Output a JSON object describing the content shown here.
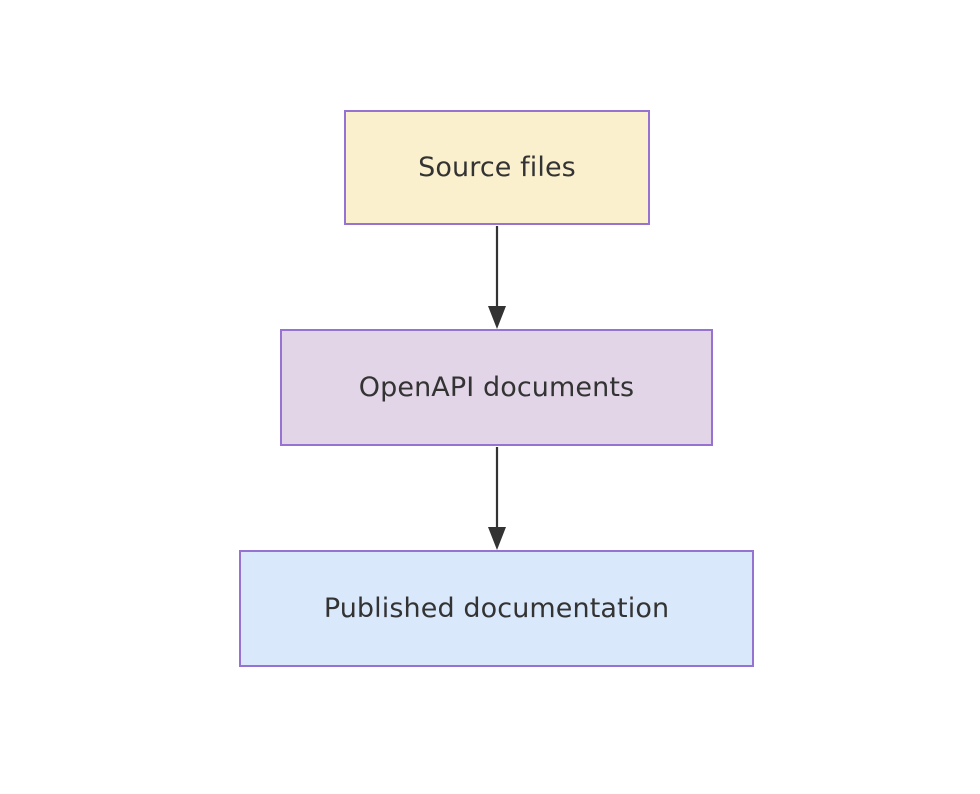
{
  "diagram": {
    "type": "flowchart",
    "orientation": "top-to-bottom",
    "background_color": "#ffffff",
    "nodes": [
      {
        "id": "source-files",
        "label": "Source files",
        "fill_color": "#fbf0ce",
        "border_color": "#9673d3",
        "text_color": "#333333"
      },
      {
        "id": "openapi-documents",
        "label": "OpenAPI documents",
        "fill_color": "#e1d5e7",
        "border_color": "#9673d3",
        "text_color": "#333333"
      },
      {
        "id": "published-documentation",
        "label": "Published documentation",
        "fill_color": "#dae8fc",
        "border_color": "#9673d3",
        "text_color": "#333333"
      }
    ],
    "edges": [
      {
        "id": "edge-source-to-openapi",
        "from": "source-files",
        "to": "openapi-documents",
        "label": "",
        "color": "#333333",
        "arrowhead": "filled-triangle"
      },
      {
        "id": "edge-openapi-to-published",
        "from": "openapi-documents",
        "to": "published-documentation",
        "label": "",
        "color": "#333333",
        "arrowhead": "filled-triangle"
      }
    ]
  }
}
